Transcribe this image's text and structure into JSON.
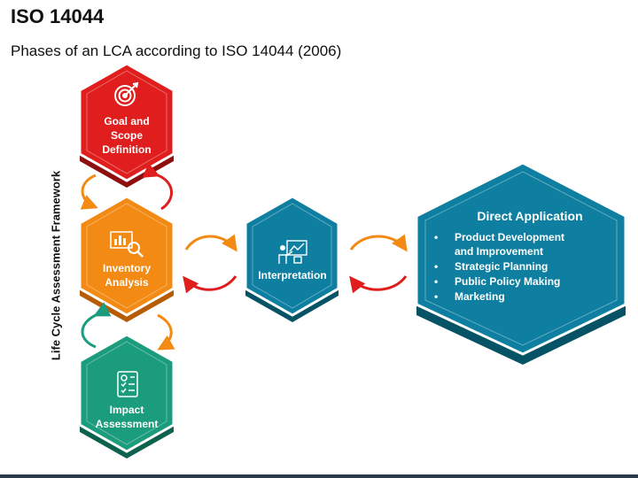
{
  "header": {
    "title": "ISO 14044",
    "subtitle": "Phases of an LCA according to ISO 14044 (2006)"
  },
  "framework_label": "Life Cycle Assessment Framework",
  "phases": {
    "goal": {
      "line1": "Goal and",
      "line2": "Scope",
      "line3": "Definition",
      "icon": "target-icon",
      "color": "#e01e1e",
      "edge": "#8e0f0f"
    },
    "inventory": {
      "line1": "Inventory",
      "line2": "Analysis",
      "icon": "chart-search-icon",
      "color": "#f28a14",
      "edge": "#b65c05"
    },
    "impact": {
      "line1": "Impact",
      "line2": "Assessment",
      "icon": "checklist-report-icon",
      "color": "#1b9c7d",
      "edge": "#0c624d"
    },
    "interpretation": {
      "line1": "Interpretation",
      "icon": "presenter-board-icon",
      "color": "#0e7fa0",
      "edge": "#075366"
    }
  },
  "direct_application": {
    "title": "Direct Application",
    "items": [
      {
        "line1": "Product Development",
        "line2": "and Improvement"
      },
      {
        "line1": "Strategic Planning"
      },
      {
        "line1": "Public Policy Making"
      },
      {
        "line1": "Marketing"
      }
    ],
    "color": "#0e7fa0",
    "edge": "#075366"
  },
  "colors": {
    "arrow_red": "#e01e1e",
    "arrow_orange": "#f28a14",
    "arrow_green": "#1b9c7d",
    "bottom_bar": "#2b3a4a"
  }
}
